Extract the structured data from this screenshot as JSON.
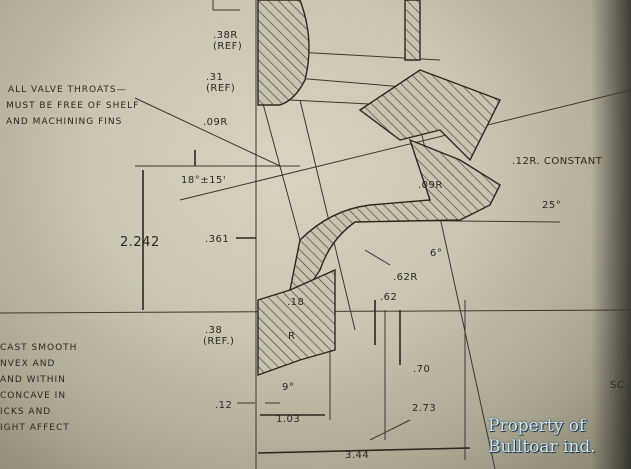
{
  "notes": {
    "valve_throats": [
      "ALL VALVE THROATS—",
      "MUST BE FREE OF SHELF",
      "AND MACHINING FINS"
    ],
    "cast_smooth": [
      "CAST SMOOTH",
      "NVEX AND",
      "AND WITHIN",
      "CONCAVE IN",
      "ICKS AND",
      "IGHT AFFECT"
    ]
  },
  "dimensions": {
    "r38_ref": ".38R",
    "ref1": "(REF)",
    "d31": ".31",
    "ref2": "(REF)",
    "r09_left": ".09R",
    "angle_18": "18°±15'",
    "d2242": "2.242",
    "d361": ".361",
    "r12_constant": ".12R. CONSTANT",
    "r09_right": ".09R",
    "angle_25": "25°",
    "angle_6": "6°",
    "r62": ".62R",
    "d18": ".18",
    "d62": ".62",
    "d38": ".38",
    "ref3": "(REF.)",
    "r": "R",
    "d70": ".70",
    "angle_9": "9°",
    "d12": ".12",
    "d103": "1.03",
    "d273": "2.73",
    "d344": "3.44",
    "edge_partial": "SC"
  },
  "watermark": [
    "Property of",
    "Bulltoar ind."
  ]
}
